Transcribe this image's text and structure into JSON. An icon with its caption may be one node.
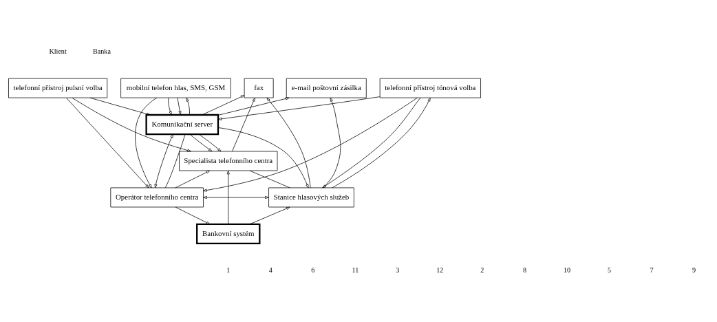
{
  "diagram": {
    "nodes": [
      {
        "text": [
          "telefonní přístroj pulsní volba"
        ]
      },
      {
        "text": [
          "telefonní přístroj tónová volba"
        ]
      },
      {
        "text": [
          "mobilní telefon hlas, SMS, GSM"
        ]
      },
      {
        "text": [
          "fax"
        ]
      },
      {
        "text": [
          "e-mail poštovní zásilka"
        ]
      },
      {
        "text": [
          "Komunikační server"
        ]
      },
      {
        "text": [
          "Operátor telefonního centra"
        ]
      },
      {
        "text": [
          "Stanice hlasových služeb"
        ]
      },
      {
        "text": [
          "Specialista telefonního centra"
        ]
      },
      {
        "text": [
          "Bankovní systém"
        ]
      }
    ],
    "edges": [
      {
        "from": 0,
        "to": 6,
        "arrow": "to"
      },
      {
        "from": 0,
        "to": 5,
        "arrow": "to"
      },
      {
        "from": 0,
        "to": 8,
        "arrow": "to"
      },
      {
        "from": 1,
        "to": 6,
        "arrow": "to"
      },
      {
        "from": 1,
        "to": 5,
        "arrow": "to"
      },
      {
        "from": 1,
        "to": 7,
        "arrow": "to"
      },
      {
        "from": 7,
        "to": 1,
        "arrow": "to"
      },
      {
        "from": 2,
        "to": 6,
        "arrow": "to"
      },
      {
        "from": 2,
        "to": 5,
        "arrow": "to"
      },
      {
        "from": 2,
        "to": 5,
        "arrow": "to"
      },
      {
        "from": 5,
        "to": 2,
        "arrow": "to"
      },
      {
        "from": 5,
        "to": 3,
        "arrow": "to"
      },
      {
        "from": 5,
        "to": 4,
        "arrow": "to"
      },
      {
        "from": 6,
        "to": 5,
        "arrow": "none"
      },
      {
        "from": 6,
        "to": 7,
        "arrow": "both"
      },
      {
        "from": 5,
        "to": 7,
        "arrow": "to"
      },
      {
        "from": 5,
        "to": 6,
        "arrow": "both"
      },
      {
        "from": 5,
        "to": 8,
        "arrow": "to"
      },
      {
        "from": 5,
        "to": 8,
        "arrow": "to"
      },
      {
        "from": 6,
        "to": 9,
        "arrow": "to"
      },
      {
        "from": 6,
        "to": 8,
        "arrow": "to"
      },
      {
        "from": 8,
        "to": 3,
        "arrow": "to"
      },
      {
        "from": 8,
        "to": 7,
        "arrow": "none"
      },
      {
        "from": 7,
        "to": 3,
        "arrow": "to"
      },
      {
        "from": 7,
        "to": 4,
        "arrow": "to"
      },
      {
        "from": 9,
        "to": 8,
        "arrow": "to"
      },
      {
        "from": 9,
        "to": 7,
        "arrow": "to"
      }
    ],
    "labels": [
      "Klient",
      "Banka",
      "1",
      "4",
      "6",
      "11",
      "3",
      "12",
      "2",
      "8",
      "10",
      "5",
      "7",
      "9"
    ]
  }
}
